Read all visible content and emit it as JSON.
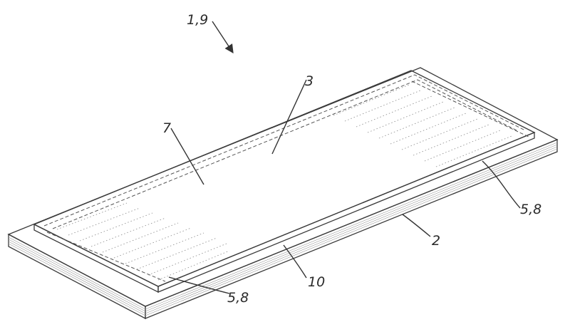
{
  "figure": {
    "labels": {
      "assembly": "1,9",
      "cover": "3",
      "layer": "7",
      "seal_right": "5,8",
      "base": "2",
      "seal_left": "5,8",
      "edge": "10"
    }
  }
}
